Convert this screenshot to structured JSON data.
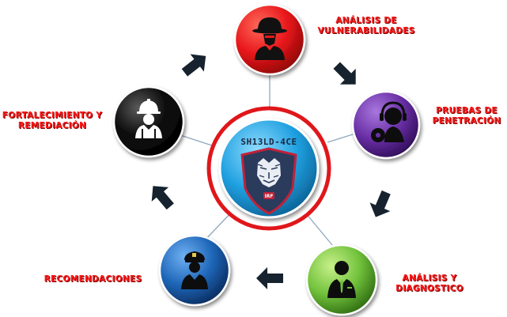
{
  "center": {
    "title": "SH13LD-4CE",
    "badge": "IRF",
    "emblem_icon": "tiger-head-icon",
    "colors": {
      "ring": "#e0161b",
      "disc": "#1fa0e0",
      "shield": "#2a3b5c",
      "shield_border": "#c0223a"
    }
  },
  "steps": [
    {
      "label_lines": [
        "ANÁLISIS DE",
        "VULNERABILIDADES"
      ],
      "icon": "hacker-fedora-icon",
      "color": "#e8171b"
    },
    {
      "label_lines": [
        "PRUEBAS DE",
        "PENETRACIÓN"
      ],
      "icon": "dj-headphones-icon",
      "color": "#6a2fa6"
    },
    {
      "label_lines": [
        "ANÁLISIS Y",
        "DIAGNOSTICO"
      ],
      "icon": "businessman-icon",
      "color": "#72c23c"
    },
    {
      "label_lines": [
        "RECOMENDACIONES"
      ],
      "icon": "police-officer-icon",
      "color": "#1e66b8"
    },
    {
      "label_lines": [
        "FORTALECIMIENTO Y",
        "REMEDIACIÓN"
      ],
      "icon": "construction-worker-icon",
      "color": "#111111"
    }
  ],
  "arrows": {
    "color": "#16232e",
    "icon": "arrow-icon"
  }
}
